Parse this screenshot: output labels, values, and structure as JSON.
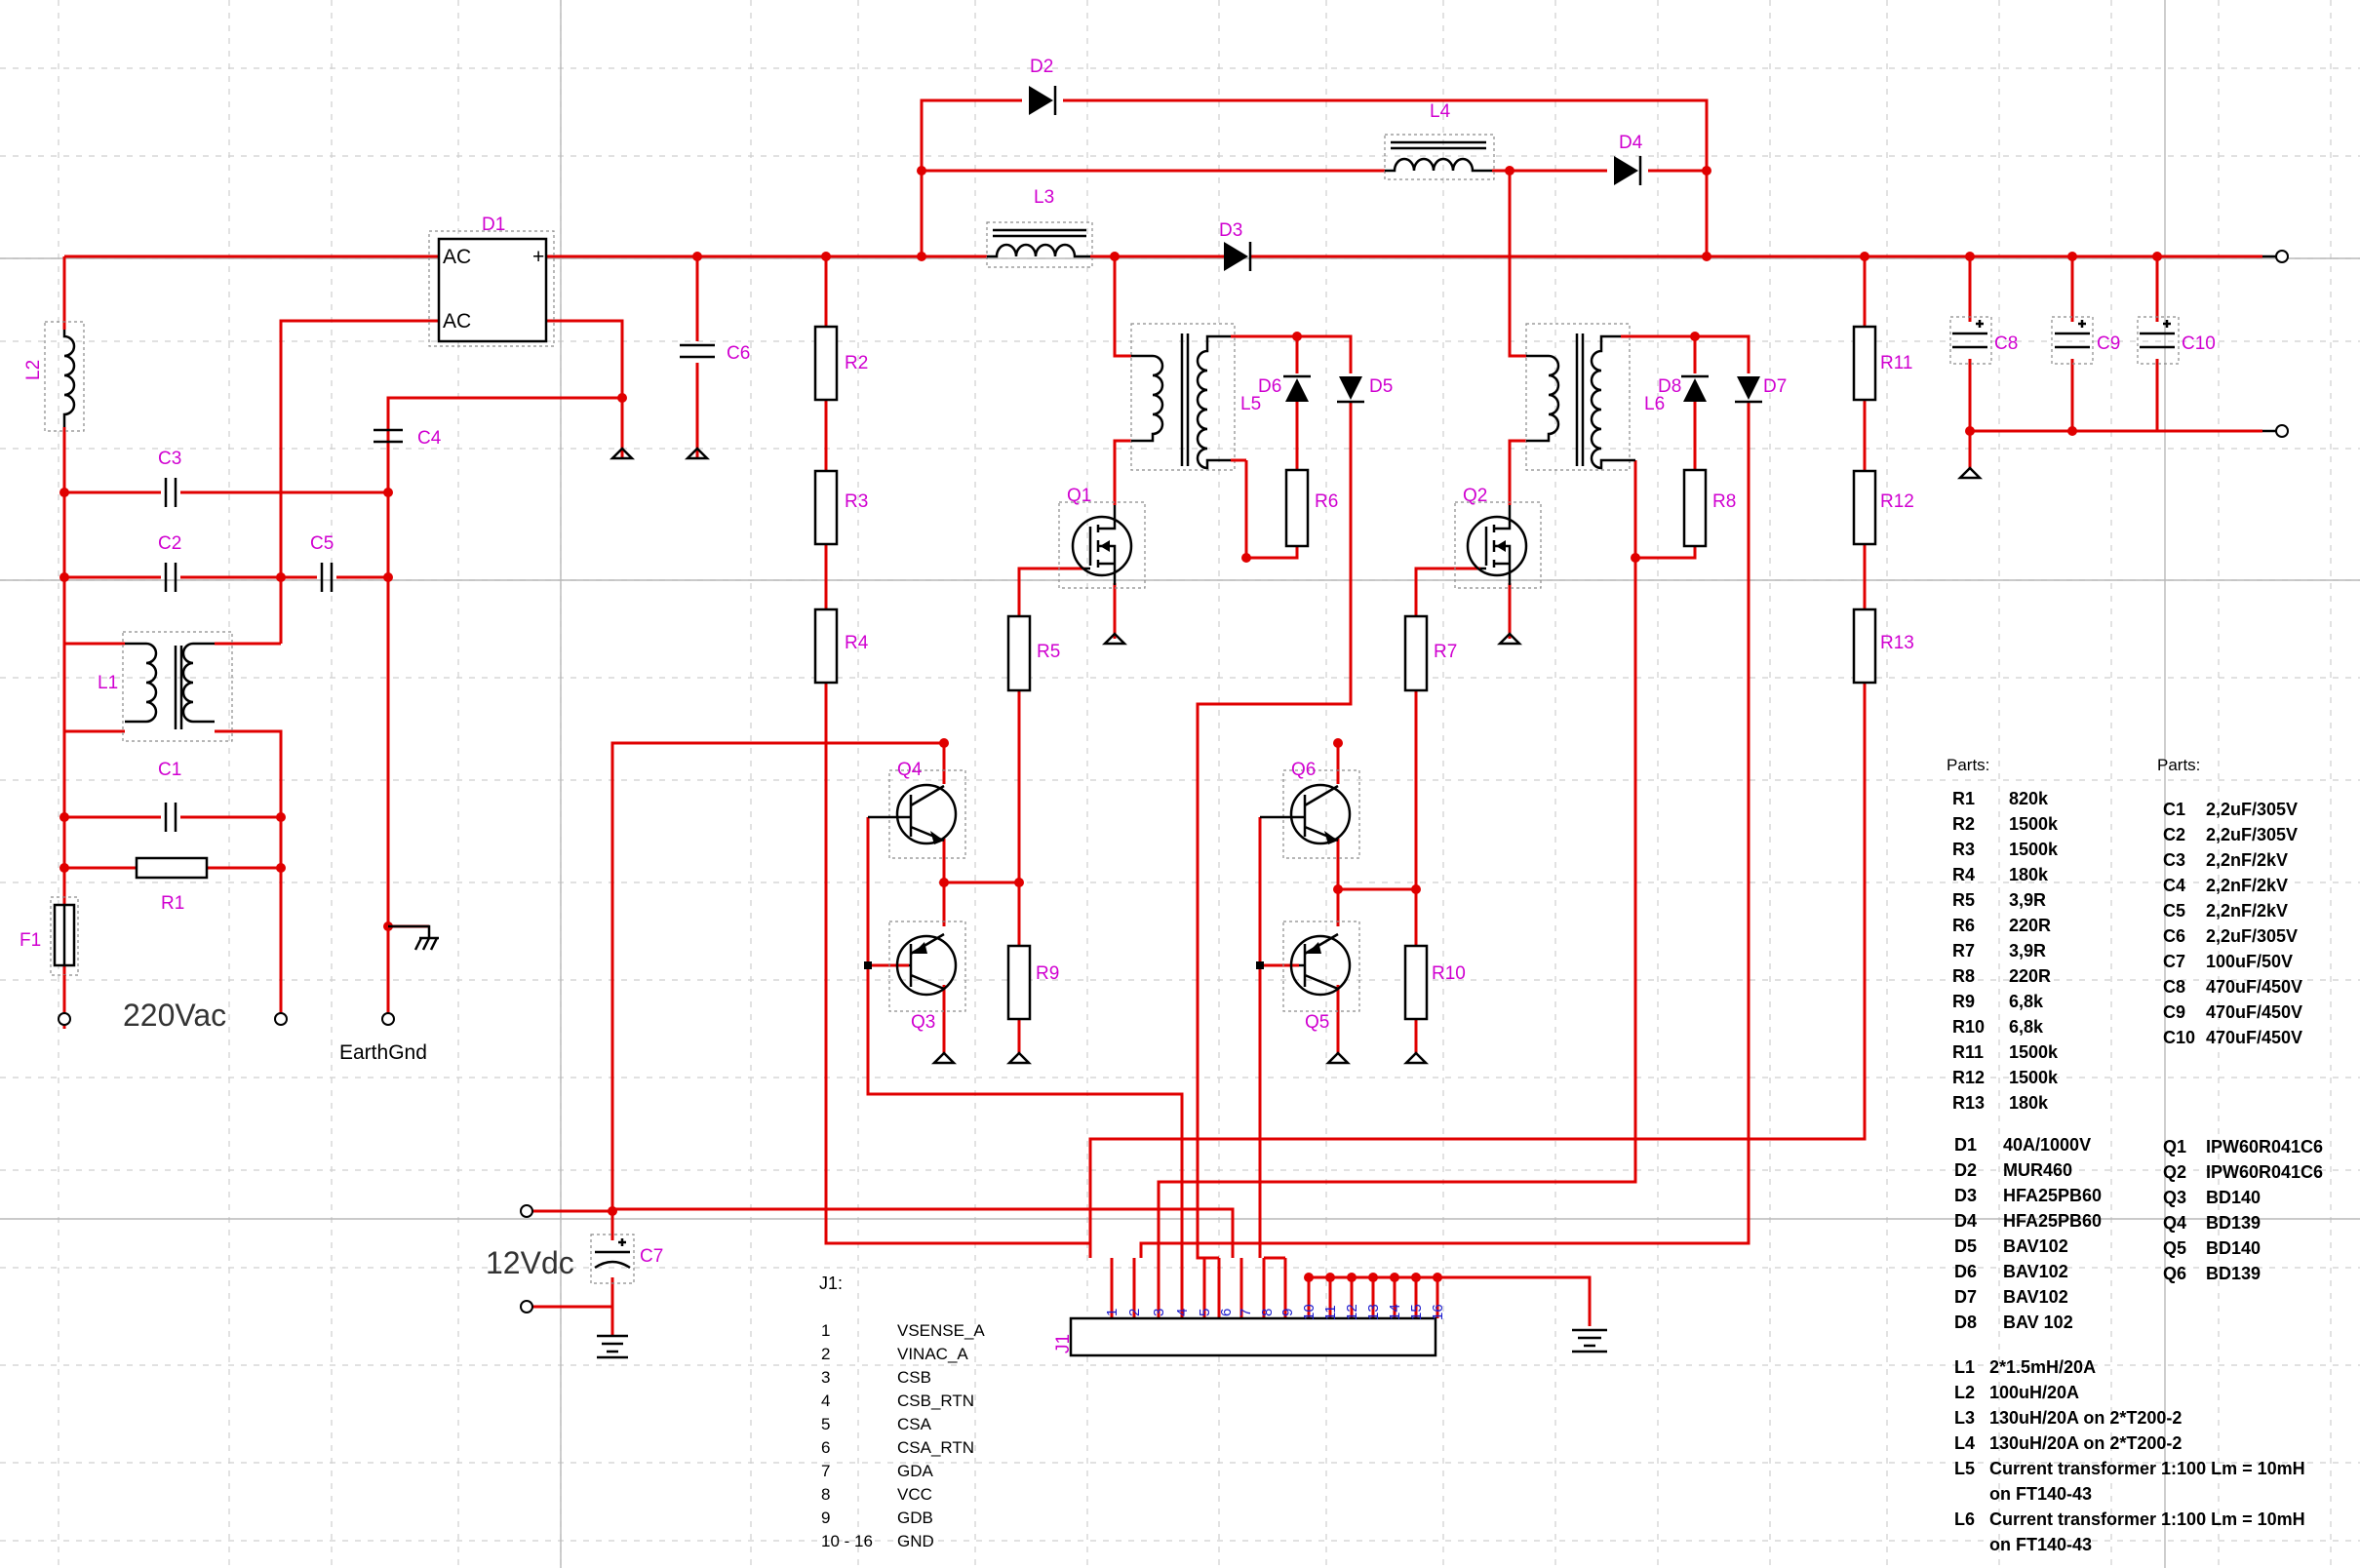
{
  "components": {
    "D1": {
      "ref": "D1",
      "pins": [
        "AC",
        "AC",
        "+"
      ]
    },
    "C1": "C1",
    "C2": "C2",
    "C3": "C3",
    "C4": "C4",
    "C5": "C5",
    "C6": "C6",
    "C7": "C7",
    "C8": "C8",
    "C9": "C9",
    "C10": "C10",
    "R1": "R1",
    "R2": "R2",
    "R3": "R3",
    "R4": "R4",
    "R5": "R5",
    "R6": "R6",
    "R7": "R7",
    "R8": "R8",
    "R9": "R9",
    "R10": "R10",
    "R11": "R11",
    "R12": "R12",
    "R13": "R13",
    "L1": "L1",
    "L2": "L2",
    "L3": "L3",
    "L4": "L4",
    "L5": "L5",
    "L6": "L6",
    "D2": "D2",
    "D3": "D3",
    "D4": "D4",
    "D5": "D5",
    "D6": "D6",
    "D7": "D7",
    "D8": "D8",
    "Q1": "Q1",
    "Q2": "Q2",
    "Q3": "Q3",
    "Q4": "Q4",
    "Q5": "Q5",
    "Q6": "Q6",
    "F1": "F1",
    "J1": "J1"
  },
  "labels": {
    "ac_input": "220Vac",
    "earth": "EarthGnd",
    "dc_input": "12Vdc"
  },
  "connector": {
    "title": "J1:",
    "pin_numbers": [
      "1",
      "2",
      "3",
      "4",
      "5",
      "6",
      "7",
      "8",
      "9",
      "10",
      "11",
      "12",
      "13",
      "14",
      "15",
      "16"
    ],
    "pins": [
      {
        "num": "1",
        "name": "VSENSE_A"
      },
      {
        "num": "2",
        "name": "VINAC_A"
      },
      {
        "num": "3",
        "name": "CSB"
      },
      {
        "num": "4",
        "name": "CSB_RTN"
      },
      {
        "num": "5",
        "name": "CSA"
      },
      {
        "num": "6",
        "name": "CSA_RTN"
      },
      {
        "num": "7",
        "name": "GDA"
      },
      {
        "num": "8",
        "name": "VCC"
      },
      {
        "num": "9",
        "name": "GDB"
      },
      {
        "num": "10 - 16",
        "name": "GND"
      }
    ]
  },
  "parts_list_left": {
    "heading": "Parts:",
    "resistors": [
      {
        "ref": "R1",
        "value": "820k"
      },
      {
        "ref": "R2",
        "value": "1500k"
      },
      {
        "ref": "R3",
        "value": "1500k"
      },
      {
        "ref": "R4",
        "value": "180k"
      },
      {
        "ref": "R5",
        "value": "3,9R"
      },
      {
        "ref": "R6",
        "value": "220R"
      },
      {
        "ref": "R7",
        "value": "3,9R"
      },
      {
        "ref": "R8",
        "value": "220R"
      },
      {
        "ref": "R9",
        "value": "6,8k"
      },
      {
        "ref": "R10",
        "value": "6,8k"
      },
      {
        "ref": "R11",
        "value": "1500k"
      },
      {
        "ref": "R12",
        "value": "1500k"
      },
      {
        "ref": "R13",
        "value": "180k"
      }
    ],
    "diodes": [
      {
        "ref": "D1",
        "value": "40A/1000V"
      },
      {
        "ref": "D2",
        "value": "MUR460"
      },
      {
        "ref": "D3",
        "value": "HFA25PB60"
      },
      {
        "ref": "D4",
        "value": "HFA25PB60"
      },
      {
        "ref": "D5",
        "value": "BAV102"
      },
      {
        "ref": "D6",
        "value": "BAV102"
      },
      {
        "ref": "D7",
        "value": "BAV102"
      },
      {
        "ref": "D8",
        "value": "BAV 102"
      }
    ],
    "inductors": [
      {
        "ref": "L1",
        "value": "2*1.5mH/20A"
      },
      {
        "ref": "L2",
        "value": "100uH/20A"
      },
      {
        "ref": "L3",
        "value": "130uH/20A on 2*T200-2"
      },
      {
        "ref": "L4",
        "value": "130uH/20A on 2*T200-2"
      },
      {
        "ref": "L5",
        "value": "Current transformer 1:100  Lm = 10mH",
        "value2": "on FT140-43"
      },
      {
        "ref": "L6",
        "value": "Current transformer 1:100  Lm = 10mH",
        "value2": "on FT140-43"
      }
    ]
  },
  "parts_list_right": {
    "heading": "Parts:",
    "capacitors": [
      {
        "ref": "C1",
        "value": "2,2uF/305V"
      },
      {
        "ref": "C2",
        "value": "2,2uF/305V"
      },
      {
        "ref": "C3",
        "value": "2,2nF/2kV"
      },
      {
        "ref": "C4",
        "value": "2,2nF/2kV"
      },
      {
        "ref": "C5",
        "value": "2,2nF/2kV"
      },
      {
        "ref": "C6",
        "value": "2,2uF/305V"
      },
      {
        "ref": "C7",
        "value": "100uF/50V"
      },
      {
        "ref": "C8",
        "value": "470uF/450V"
      },
      {
        "ref": "C9",
        "value": "470uF/450V"
      },
      {
        "ref": "C10",
        "value": "470uF/450V"
      }
    ],
    "transistors": [
      {
        "ref": "Q1",
        "value": "IPW60R041C6"
      },
      {
        "ref": "Q2",
        "value": "IPW60R041C6"
      },
      {
        "ref": "Q3",
        "value": "BD140"
      },
      {
        "ref": "Q4",
        "value": "BD139"
      },
      {
        "ref": "Q5",
        "value": "BD140"
      },
      {
        "ref": "Q6",
        "value": "BD139"
      }
    ]
  },
  "colors": {
    "wire": "#e00000",
    "ref_label": "#d000d0",
    "pin_number": "#1a1acd",
    "grid": "#cfcfcf"
  }
}
